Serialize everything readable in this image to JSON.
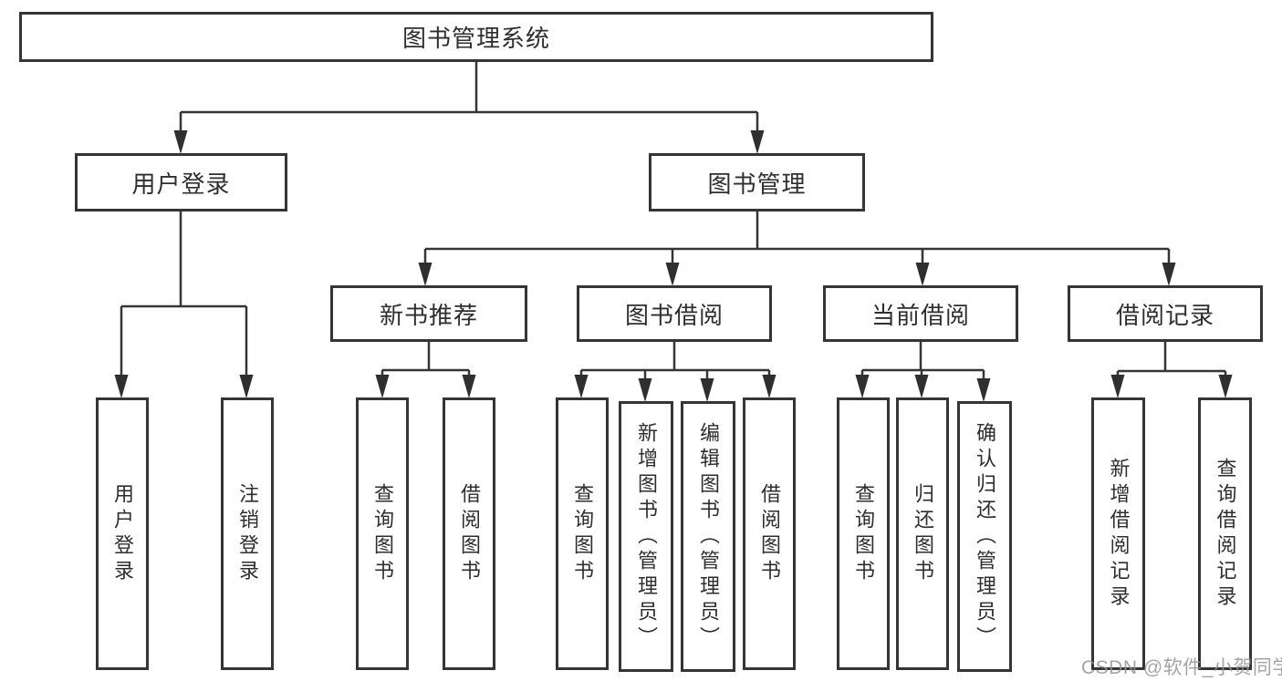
{
  "tree": {
    "root": {
      "label": "图书管理系统"
    },
    "branches": [
      {
        "label": "用户登录",
        "children": [
          {
            "label": "用户登录"
          },
          {
            "label": "注销登录"
          }
        ]
      },
      {
        "label": "图书管理",
        "children": [
          {
            "label": "新书推荐",
            "children": [
              {
                "label": "查询图书"
              },
              {
                "label": "借阅图书"
              }
            ]
          },
          {
            "label": "图书借阅",
            "children": [
              {
                "label": "查询图书"
              },
              {
                "label": "新增图书（管理员）"
              },
              {
                "label": "编辑图书（管理员）"
              },
              {
                "label": "借阅图书"
              }
            ]
          },
          {
            "label": "当前借阅",
            "children": [
              {
                "label": "查询图书"
              },
              {
                "label": "归还图书"
              },
              {
                "label": "确认归还（管理员）"
              }
            ]
          },
          {
            "label": "借阅记录",
            "children": [
              {
                "label": "新增借阅记录"
              },
              {
                "label": "查询借阅记录"
              }
            ]
          }
        ]
      }
    ]
  },
  "watermark": "CSDN @软件_小贺同学",
  "colors": {
    "line": "#353535",
    "box_border": "#353535",
    "text": "#2e2e2e",
    "background": "#ffffff",
    "watermark": "#949494"
  }
}
